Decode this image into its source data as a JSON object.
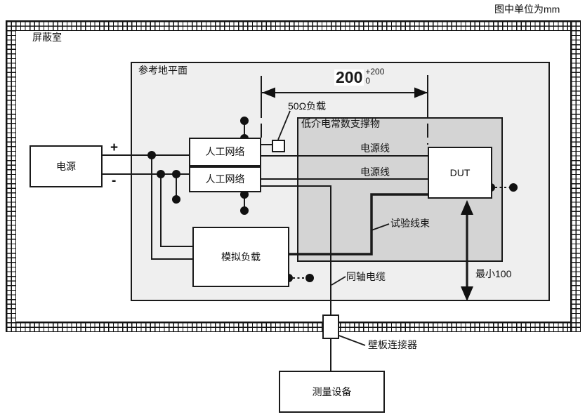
{
  "note_units": "图中单位为mm",
  "labels": {
    "shield_room": "屏蔽室",
    "ground_plane": "参考地平面",
    "support": "低介电常数支撑物",
    "load_50": "50Ω负载",
    "power_line_top": "电源线",
    "power_line_bottom": "电源线",
    "test_harness": "试验线束",
    "coax_cable": "同轴电缆",
    "min_height": "最小100",
    "bulkhead_connector": "壁板连接器",
    "plus": "+",
    "minus": "-"
  },
  "boxes": {
    "power_supply": "电源",
    "artificial_network_top": "人工网络",
    "artificial_network_bottom": "人工网络",
    "simulated_load": "模拟负载",
    "dut": "DUT",
    "measuring_equipment": "测量设备"
  },
  "dimension": {
    "value": "200",
    "sup": "+200",
    "sub": "0"
  },
  "colors": {
    "line": "#1a1a1a",
    "ground_plane_fill": "#efefef",
    "support_fill": "#d4d4d4",
    "background": "#ffffff"
  }
}
